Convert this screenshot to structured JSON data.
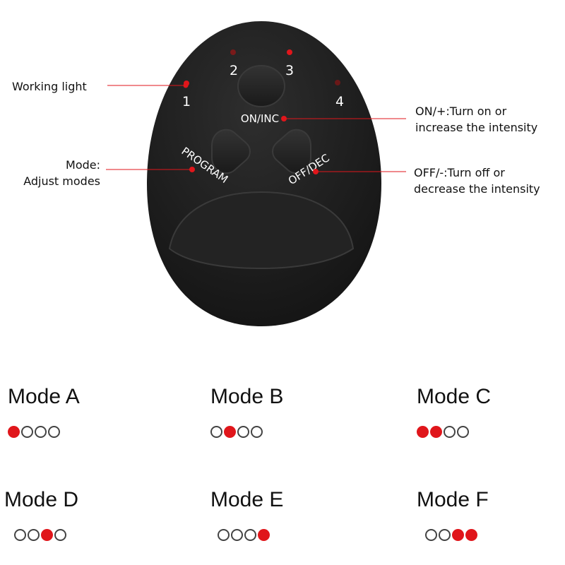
{
  "device": {
    "indicator_numbers": [
      "1",
      "2",
      "3",
      "4"
    ],
    "on_label": "ON/INC",
    "program_label": "PROGRAM",
    "off_label": "OFF/DEC"
  },
  "callouts": {
    "working_light": "Working light",
    "mode_line1": "Mode:",
    "mode_line2": "Adjust modes",
    "on_line1": "ON/+:Turn on or",
    "on_line2": "increase the intensity",
    "off_line1": "OFF/-:Turn off or",
    "off_line2": "decrease the intensity"
  },
  "colors": {
    "accent_red": "#e0161b",
    "device_body": "#1c1c1c"
  },
  "modes": [
    {
      "name": "Mode A",
      "pattern": [
        1,
        0,
        0,
        0
      ]
    },
    {
      "name": "Mode B",
      "pattern": [
        0,
        1,
        0,
        0
      ]
    },
    {
      "name": "Mode C",
      "pattern": [
        1,
        1,
        0,
        0
      ]
    },
    {
      "name": "Mode D",
      "pattern": [
        0,
        0,
        1,
        0
      ]
    },
    {
      "name": "Mode E",
      "pattern": [
        0,
        0,
        0,
        1
      ]
    },
    {
      "name": "Mode F",
      "pattern": [
        0,
        0,
        1,
        1
      ]
    }
  ]
}
